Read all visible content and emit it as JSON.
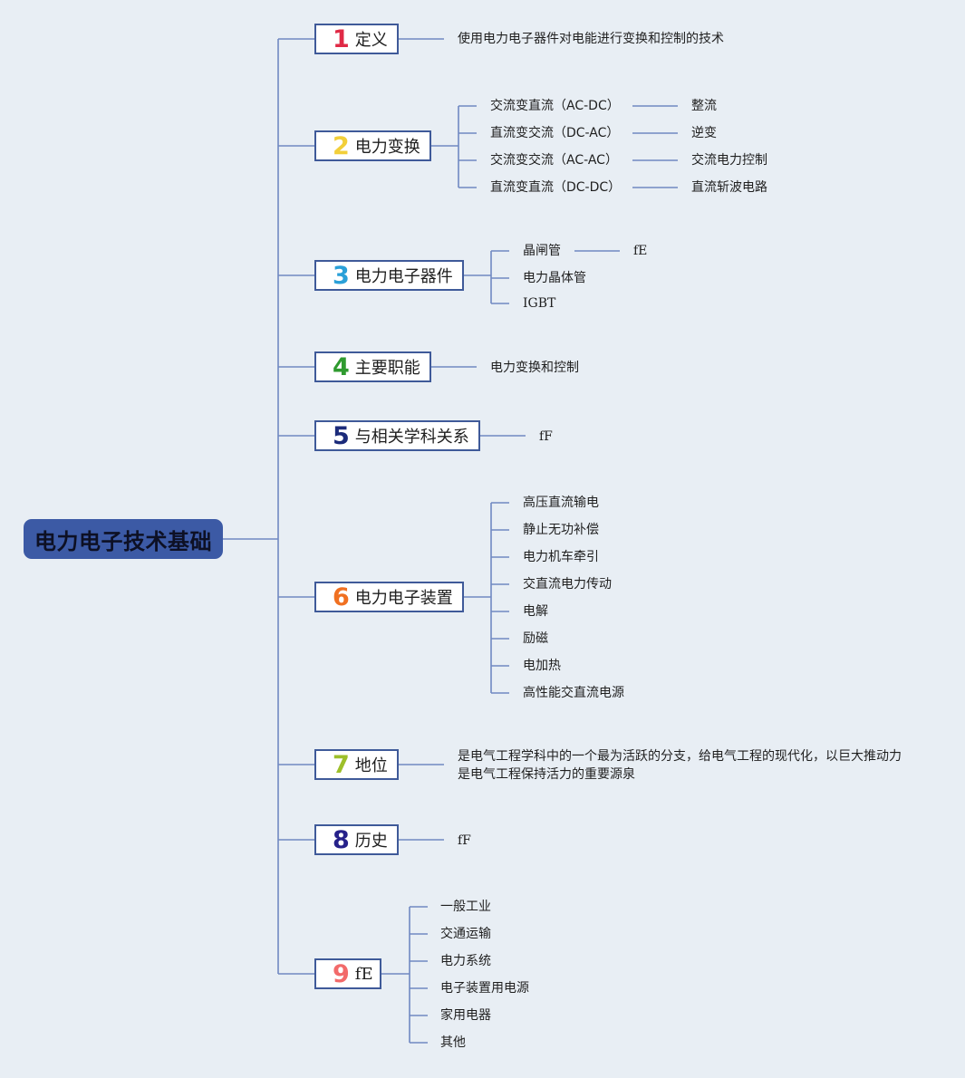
{
  "root": {
    "label": "电力电子技术基础"
  },
  "branches": [
    {
      "num": "1",
      "label": "定义",
      "color": "#e02a46"
    },
    {
      "num": "2",
      "label": "电力变换",
      "color": "#f2cf3a"
    },
    {
      "num": "3",
      "label": "电力电子器件",
      "color": "#2aa0d8"
    },
    {
      "num": "4",
      "label": "主要职能",
      "color": "#2f9a2f"
    },
    {
      "num": "5",
      "label": "与相关学科关系",
      "color": "#1b2b7a"
    },
    {
      "num": "6",
      "label": "电力电子装置",
      "color": "#f07021"
    },
    {
      "num": "7",
      "label": "地位",
      "color": "#9dbf2a"
    },
    {
      "num": "8",
      "label": "历史",
      "color": "#26218a"
    },
    {
      "num": "9",
      "label": "fE",
      "color": "#f26a6a"
    }
  ],
  "leaves": {
    "definition": "使用电力电子器件对电能进行变换和控制的技术",
    "conversion": [
      {
        "type": "交流变直流（AC-DC）",
        "name": "整流"
      },
      {
        "type": "直流变交流（DC-AC）",
        "name": "逆变"
      },
      {
        "type": "交流变交流（AC-AC）",
        "name": "交流电力控制"
      },
      {
        "type": "直流变直流（DC-DC）",
        "name": "直流斩波电路"
      }
    ],
    "devices": [
      "晶闸管",
      "电力晶体管",
      "IGBT"
    ],
    "thyristor_child": "fE",
    "function": "电力变换和控制",
    "relation": "fF",
    "equipment": [
      "高压直流输电",
      "静止无功补偿",
      "电力机车牵引",
      "交直流电力传动",
      "电解",
      "励磁",
      "电加热",
      "高性能交直流电源"
    ],
    "status": [
      "是电气工程学科中的一个最为活跃的分支，给电气工程的现代化，以巨大推动力",
      "是电气工程保持活力的重要源泉"
    ],
    "history": "fF",
    "applications": [
      "一般工业",
      "交通运输",
      "电力系统",
      "电子装置用电源",
      "家用电器",
      "其他"
    ]
  },
  "colors": {
    "background": "#e8eef4",
    "root_fill": "#3c5aa5",
    "branch_border": "#3f5a99",
    "connector": "#6b84bd"
  }
}
